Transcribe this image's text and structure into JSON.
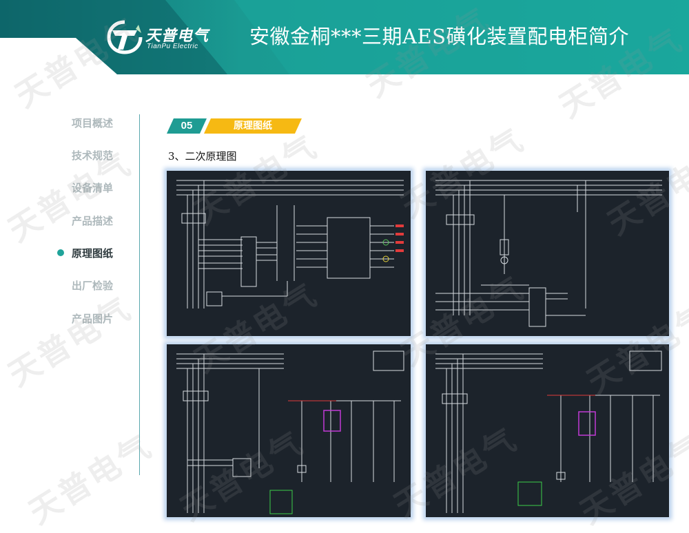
{
  "header": {
    "logo_cn": "天普电气",
    "logo_en": "TianPu Electric",
    "title": "安徽金桐***三期AES磺化装置配电柜简介"
  },
  "nav": {
    "items": [
      {
        "label": "项目概述",
        "active": false
      },
      {
        "label": "技术规范",
        "active": false
      },
      {
        "label": "设备清单",
        "active": false
      },
      {
        "label": "产品描述",
        "active": false
      },
      {
        "label": "原理图纸",
        "active": true
      },
      {
        "label": "出厂检验",
        "active": false
      },
      {
        "label": "产品图片",
        "active": false
      }
    ]
  },
  "section": {
    "number": "05",
    "name": "原理图纸",
    "subtitle": "3、二次原理图"
  },
  "watermark": "天普电气",
  "colors": {
    "teal": "#1f9c93",
    "dark_teal": "#0f6f73",
    "accent_yellow": "#f6b913",
    "schematic_bg": "#1c232b"
  }
}
